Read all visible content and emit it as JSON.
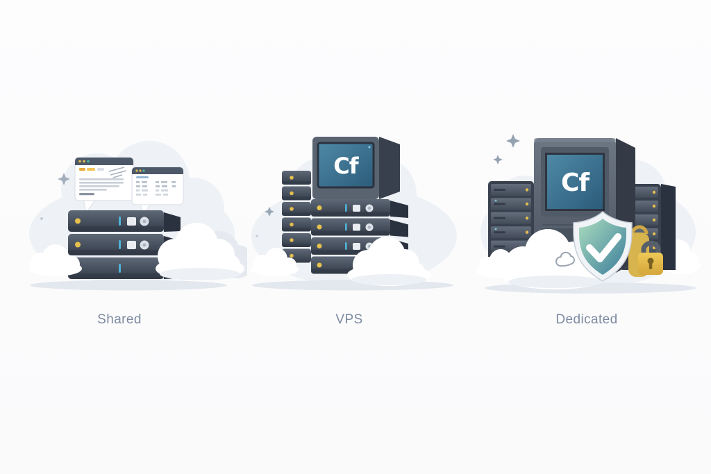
{
  "page": {
    "background": "#fcfcfd"
  },
  "tiers": [
    {
      "id": "shared",
      "label": "Shared",
      "icons": [
        "browser-window",
        "server-stack",
        "cloud",
        "sparkle"
      ]
    },
    {
      "id": "vps",
      "label": "VPS",
      "screen_text": "Cf",
      "icons": [
        "monitor-cf",
        "server-stack",
        "server-column",
        "cloud",
        "sparkle"
      ]
    },
    {
      "id": "dedicated",
      "label": "Dedicated",
      "screen_text": "Cf",
      "icons": [
        "tower-monitor-cf",
        "server-rack",
        "shield-check",
        "padlock",
        "cloud",
        "sparkle"
      ]
    }
  ],
  "palette": {
    "label_text": "#7d8ba1",
    "backdrop_cloud": "#eef1f5",
    "cloud_white": "#ffffff",
    "server_slate_light": "#5c6674",
    "server_slate_dark": "#353d4a",
    "led_yellow": "#e6c14e",
    "indicator_teal": "#4fb3d6",
    "screen_teal_top": "#4e89a6",
    "screen_teal_bottom": "#2c5c7a",
    "shield_green": "#abdcbe",
    "shield_teal": "#3a7d9b",
    "lock_gold": "#e2b94a",
    "sparkle_gray": "#97a3b2"
  }
}
